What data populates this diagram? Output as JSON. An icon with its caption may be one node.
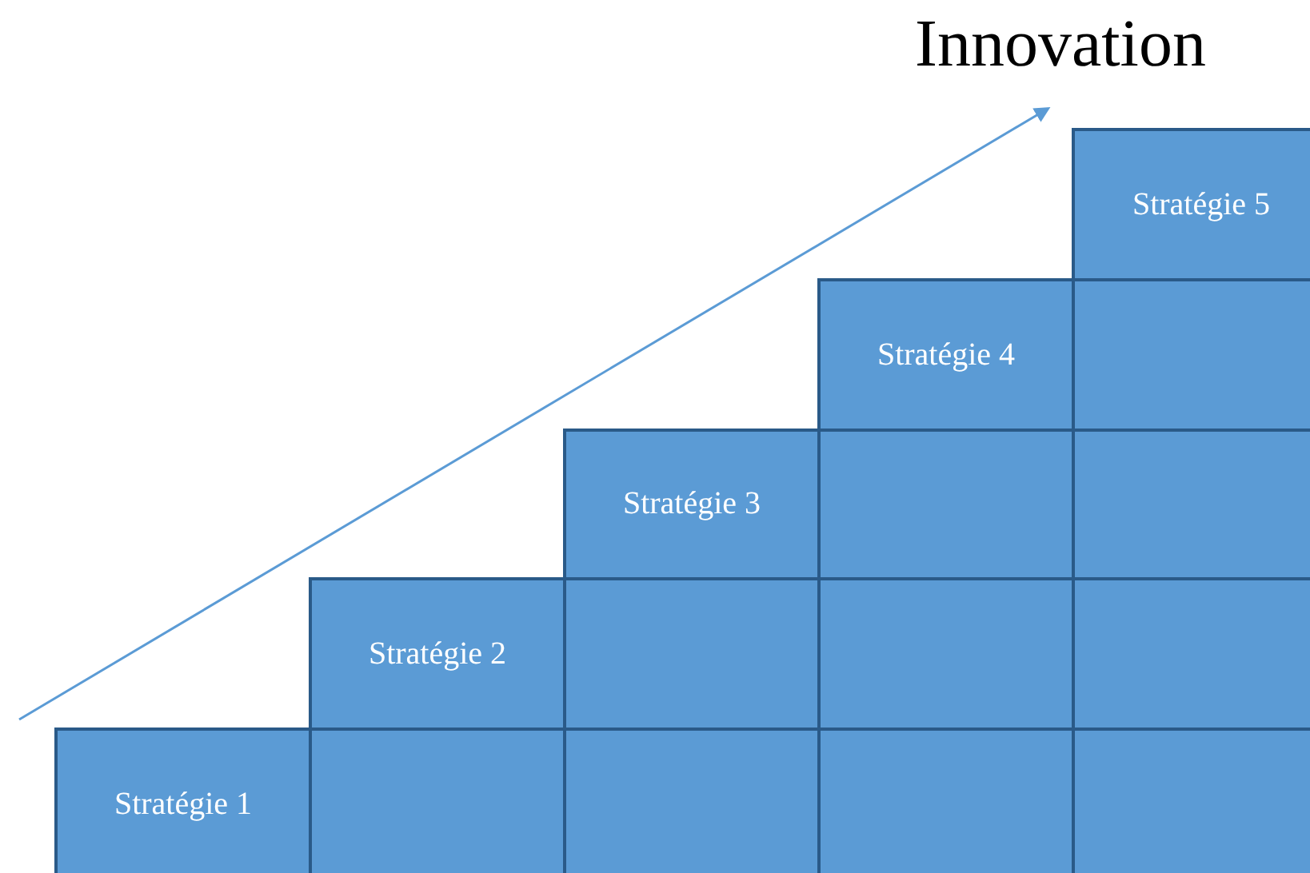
{
  "diagram": {
    "nodes": [
      {
        "text": [
          "Stratégie 5"
        ]
      },
      {
        "text": [
          "Stratégie 4"
        ]
      },
      {
        "text": [],
        "shape": "box"
      },
      {
        "text": [
          "Stratégie 3"
        ]
      },
      {
        "text": [],
        "shape": "box"
      },
      {
        "text": [],
        "shape": "box"
      },
      {
        "text": [
          "Stratégie 2"
        ]
      },
      {
        "text": [],
        "shape": "box"
      },
      {
        "text": [],
        "shape": "box"
      },
      {
        "text": [],
        "shape": "box"
      },
      {
        "text": [
          "Stratégie 1"
        ]
      },
      {
        "text": [],
        "shape": "box"
      },
      {
        "text": [],
        "shape": "box"
      },
      {
        "text": [],
        "shape": "box"
      },
      {
        "text": [],
        "shape": "box"
      }
    ],
    "labels": [
      "Innovation"
    ]
  }
}
